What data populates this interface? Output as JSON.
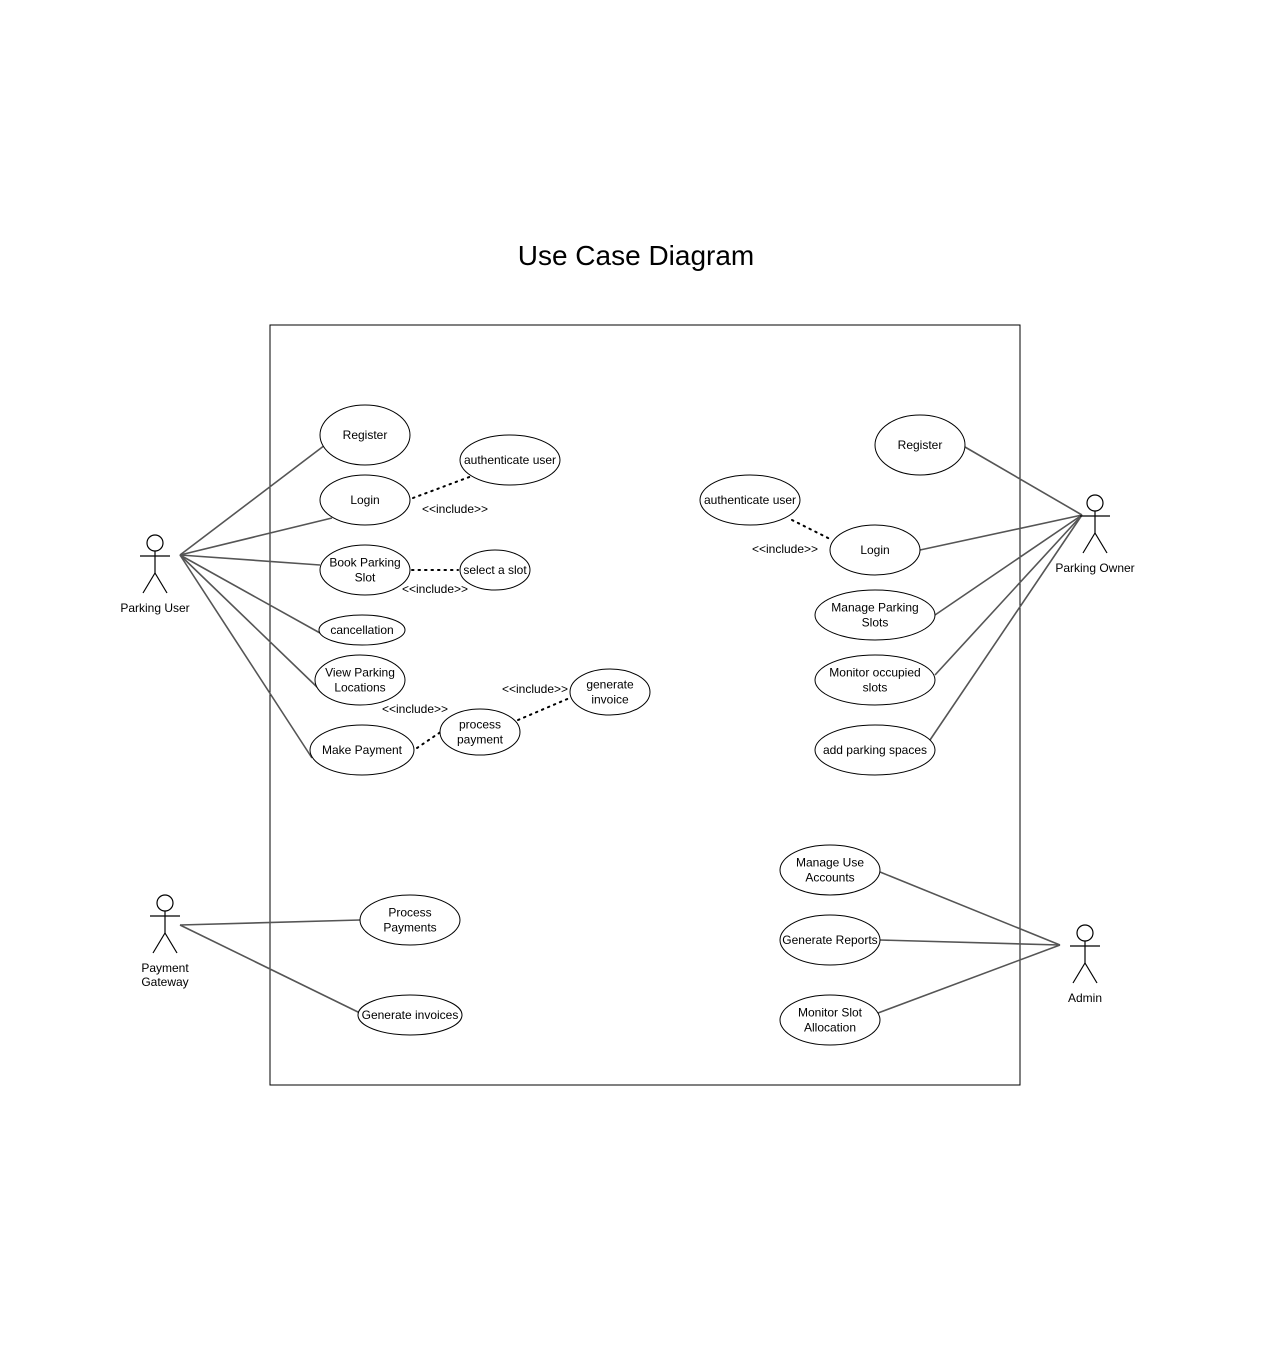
{
  "title": "Use Case Diagram",
  "actors": {
    "parking_user": "Parking User",
    "parking_owner": "Parking Owner",
    "payment_gateway": [
      "Payment",
      "Gateway"
    ],
    "admin": "Admin"
  },
  "use_cases": {
    "user_register": [
      "Register"
    ],
    "user_auth": [
      "authenticate user"
    ],
    "user_login": [
      "Login"
    ],
    "book_slot": [
      "Book Parking",
      "Slot"
    ],
    "select_slot": [
      "select a slot"
    ],
    "cancellation": [
      "cancellation"
    ],
    "view_locations": [
      "View Parking",
      "Locations"
    ],
    "generate_invoice": [
      "generate",
      "invoice"
    ],
    "process_payment": [
      "process",
      "payment"
    ],
    "make_payment": [
      "Make Payment"
    ],
    "owner_register": [
      "Register"
    ],
    "owner_auth": [
      "authenticate user"
    ],
    "owner_login": [
      "Login"
    ],
    "manage_slots": [
      "Manage Parking",
      "Slots"
    ],
    "monitor_occupied": [
      "Monitor occupied",
      "slots"
    ],
    "add_spaces": [
      "add parking spaces"
    ],
    "pg_process_payments": [
      "Process",
      "Payments"
    ],
    "pg_generate_invoices": [
      "Generate invoices"
    ],
    "manage_accounts": [
      "Manage Use",
      "Accounts"
    ],
    "generate_reports": [
      "Generate Reports"
    ],
    "monitor_allocation": [
      "Monitor Slot",
      "Allocation"
    ]
  },
  "include_label": "<<include>>"
}
